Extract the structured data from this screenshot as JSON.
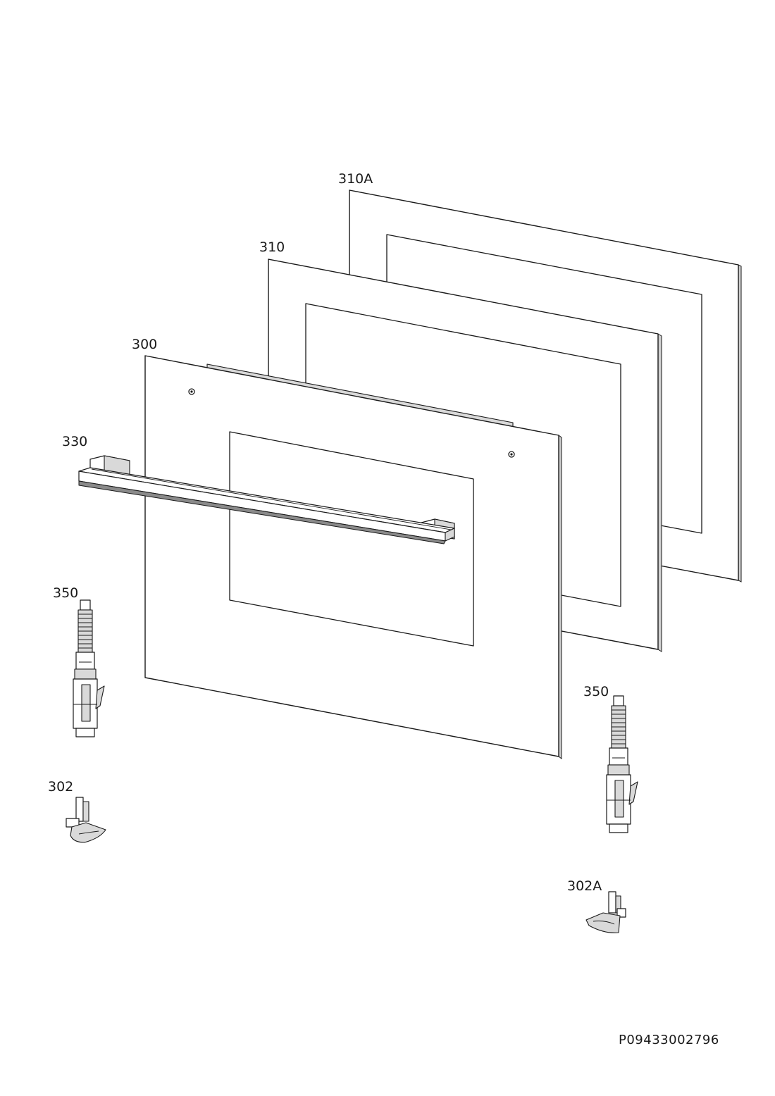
{
  "parts": [
    {
      "id": "glass-310a",
      "label": "310A"
    },
    {
      "id": "glass-310",
      "label": "310"
    },
    {
      "id": "outer-door-300",
      "label": "300"
    },
    {
      "id": "handle-330",
      "label": "330"
    },
    {
      "id": "hinge-350-left",
      "label": "350"
    },
    {
      "id": "hinge-350-right",
      "label": "350"
    },
    {
      "id": "bracket-302",
      "label": "302"
    },
    {
      "id": "bracket-302a",
      "label": "302A"
    }
  ],
  "document_code": "P09433002796"
}
